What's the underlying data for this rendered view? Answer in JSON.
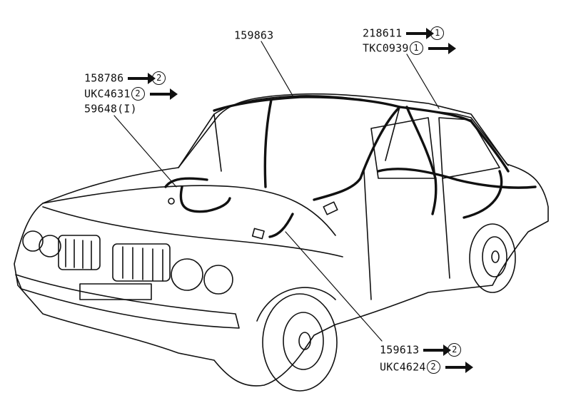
{
  "labels": {
    "main_harness": "159863",
    "front_harness": "158786",
    "front_harness_alt": "UKC4631",
    "front_item": "59648(I)",
    "roof_harness": "218611",
    "roof_harness_alt": "TKC0939",
    "body_harness": "159613",
    "body_harness_alt": "UKC4624"
  },
  "notes": {
    "one": "1",
    "two": "2"
  },
  "colors": {
    "line": "#111111",
    "background": "#ffffff"
  }
}
